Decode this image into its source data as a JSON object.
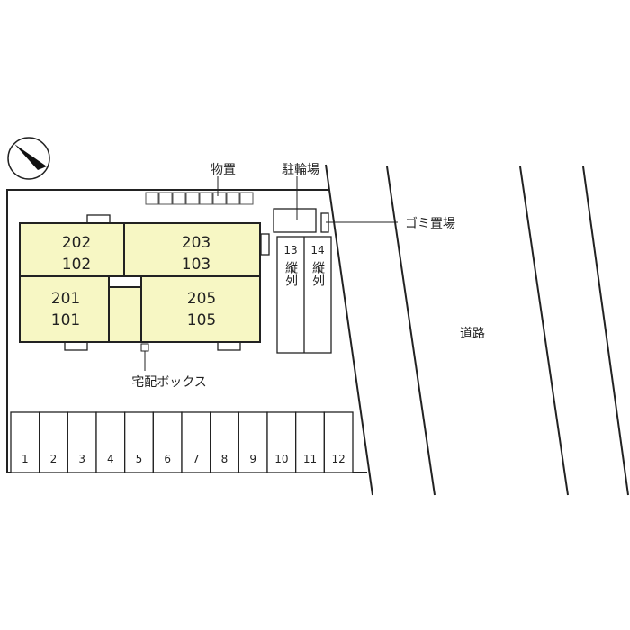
{
  "units": [
    {
      "upper": "202",
      "lower": "102"
    },
    {
      "upper": "203",
      "lower": "103"
    },
    {
      "upper": "201",
      "lower": "101"
    },
    {
      "upper": "205",
      "lower": "105"
    }
  ],
  "labels": {
    "storage": "物置",
    "bicycle_parking": "駐輪場",
    "garbage": "ゴミ置場",
    "delivery_box": "宅配ボックス",
    "road": "道路"
  },
  "bike_slots": [
    {
      "num": "13",
      "note": "縦列"
    },
    {
      "num": "14",
      "note": "縦列"
    }
  ],
  "parking": [
    "1",
    "2",
    "3",
    "4",
    "5",
    "6",
    "7",
    "8",
    "9",
    "10",
    "11",
    "12"
  ],
  "colors": {
    "building": "#f7f7c4",
    "line": "#222222"
  }
}
